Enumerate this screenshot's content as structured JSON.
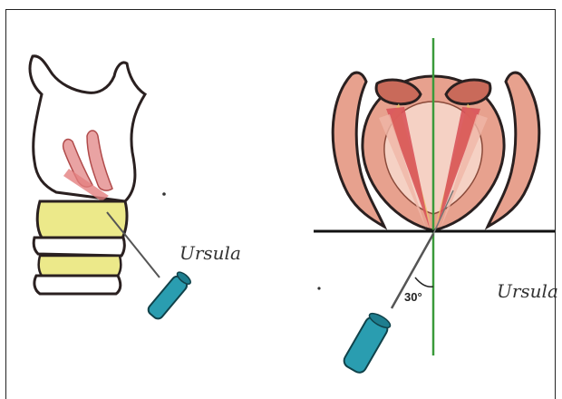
{
  "figure": {
    "angle_label": "30°",
    "signature_left": "Ursula",
    "signature_right": "Ursula"
  },
  "colors": {
    "outline": "#2a2020",
    "cartilage_fill": "#ffffff",
    "ring_yellow": "#ece98a",
    "arytenoid_pink": "#e9a3a3",
    "muscle_red": "#d9545a",
    "muscle_pink": "#f0b6a8",
    "muscle_yellow": "#e9c46a",
    "cricoid_outer": "#e7a18e",
    "syringe_body": "#2a9db0",
    "reference_line_vertical": "#3a9a3a",
    "reference_line_horizontal": "#111111",
    "needle": "#555555"
  },
  "icons": {
    "left_syringe": "syringe-icon",
    "right_syringe": "syringe-icon"
  }
}
